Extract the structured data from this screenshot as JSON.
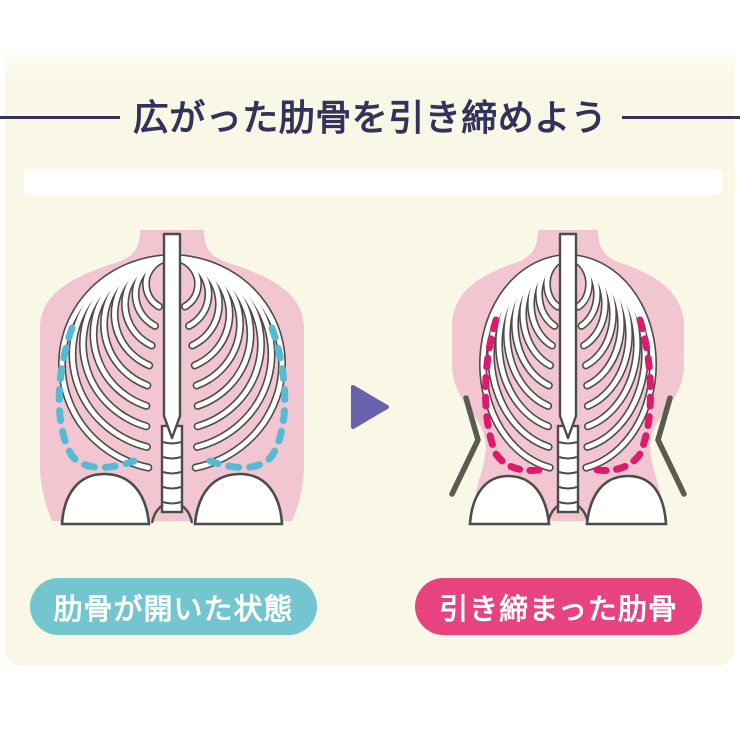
{
  "title": {
    "text": "広がった肋骨を引き締めよう"
  },
  "diagram": {
    "before": {
      "label": "肋骨が開いた状態",
      "figure": "torso-with-open-ribs",
      "outline_style": "teal-dashed"
    },
    "after": {
      "label": "引き締まった肋骨",
      "figure": "torso-with-tightened-ribs",
      "outline_style": "magenta-dashed"
    },
    "arrow_icon": "right-triangle-arrow"
  },
  "colors": {
    "card_background": "#F9F8E6",
    "page_background": "#FFFFFF",
    "title_text": "#32325A",
    "body_pink": "#F1C6D0",
    "bone_outline": "#4C4C4A",
    "bone_fill": "#FFFFFF",
    "dash_open_ribs": "#56BAD3",
    "dash_tight_ribs": "#DE1A6C",
    "pill_open_bg": "#73C6CF",
    "pill_tight_bg": "#E7437F",
    "pill_text": "#FFFFFF",
    "arrow": "#6862AC",
    "waist_emphasis_line": "#5B5B53"
  }
}
